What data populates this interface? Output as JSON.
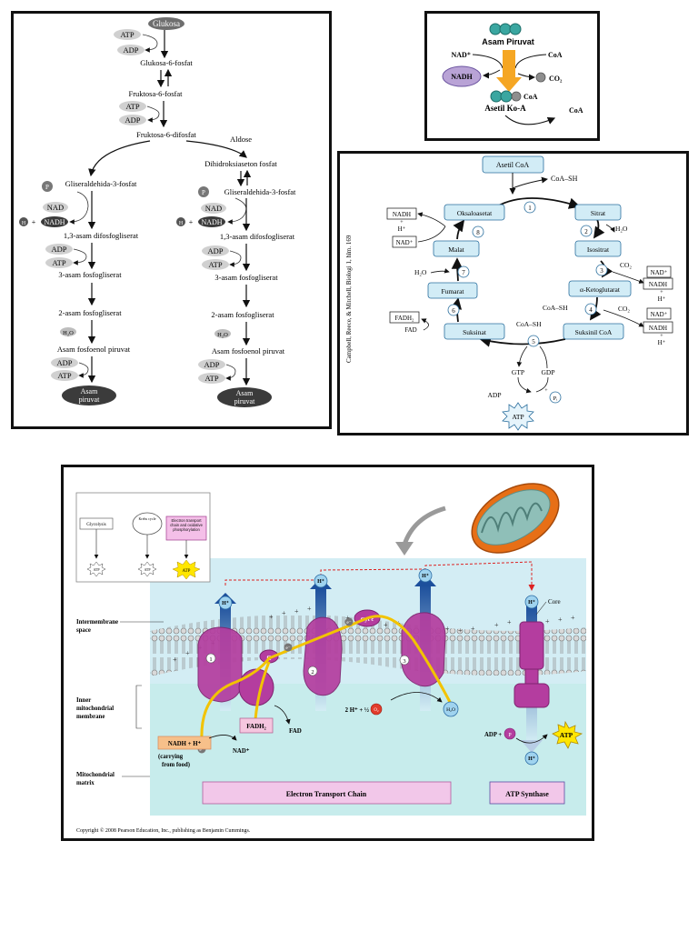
{
  "glycolysis": {
    "glukosa": "Glukosa",
    "atp": "ATP",
    "adp": "ADP",
    "glukosa_6_fosfat": "Glukosa-6-fosfat",
    "fruktosa_6_fosfat": "Fruktosa-6-fosfat",
    "fruktosa_6_difosfat": "Fruktosa-6-difosfat",
    "aldose": "Aldose",
    "dihidroksiaseton_fosfat": "Dihidroksiaseton fosfat",
    "gliseraldehida_3_fosfat": "Gliseraldehida-3-fosfat",
    "p": "P",
    "nad": "NAD",
    "nadh": "NADH",
    "h": "H",
    "plus": "+",
    "asam_13_difosfogliserat": "1,3-asam difosfogliserat",
    "asam_3_fosfogliserat": "3-asam fosfogliserat",
    "asam_2_fosfogliserat": "2-asam fosfogliserat",
    "h2o": "H₂O",
    "asam_fosfoenol_piruvat": "Asam fosfoenol piruvat",
    "asam_piruvat_line1": "Asam",
    "asam_piruvat_line2": "piruvat"
  },
  "pyruvate": {
    "asam_piruvat": "Asam Piruvat",
    "nad_plus": "NAD⁺",
    "coa": "CoA",
    "nadh": "NADH",
    "co2": "CO₂",
    "asetil_koa": "Asetil Ko-A"
  },
  "krebs": {
    "side_credit": "Campbell, Reece, & Mitchell, Biologi 1, hlm. 169",
    "asetil_coa": "Asetil CoA",
    "coa_sh": "CoA–SH",
    "sitrat": "Sitrat",
    "oksaloasetat": "Oksaloasetat",
    "h2o": "H₂O",
    "isositrat": "Isositrat",
    "malat": "Malat",
    "fumarat": "Fumarat",
    "ketoglutarat": "α-Ketoglutarat",
    "suksinat": "Suksinat",
    "suksinil_coa": "Suksinil CoA",
    "nadh": "NADH",
    "nad_plus": "NAD⁺",
    "h_plus": "H⁺",
    "plus": "+",
    "co2": "CO₂",
    "fadh2": "FADH₂",
    "fad": "FAD",
    "gtp": "GTP",
    "gdp": "GDP",
    "adp": "ADP",
    "pi": "Pᵢ",
    "atp": "ATP",
    "step_1": "1",
    "step_2": "2",
    "step_3": "3",
    "step_4": "4",
    "step_5": "5",
    "step_6": "6",
    "step_7": "7",
    "step_8": "8"
  },
  "etc": {
    "inset_glycolysis": "Glycolysis",
    "inset_krebs": "Krebs cycle",
    "inset_etc": "Electron transport chain and oxidative phosphorylation",
    "inset_atp": "ATP",
    "intermembrane_space_1": "Intermembrane",
    "intermembrane_space_2": "space",
    "inner_membrane_1": "Inner",
    "inner_membrane_2": "mitochondrial",
    "inner_membrane_3": "membrane",
    "matrix_1": "Mitochondrial",
    "matrix_2": "matrix",
    "h_plus": "H⁺",
    "core": "Core",
    "cyt_c": "Cyt c",
    "q": "Q",
    "e_minus": "e⁻",
    "complex_1": "1",
    "complex_2": "2",
    "complex_3": "3",
    "nadh_h": "NADH + H⁺",
    "carrying_1": "(carrying",
    "carrying_2": "from food)",
    "nad_plus": "NAD⁺",
    "fadh2": "FADH₂",
    "fad": "FAD",
    "two_h": "2 H⁺ + ½",
    "o2": "O₂",
    "h2o": "H₂O",
    "adp_plus": "ADP +",
    "p": "P",
    "atp": "ATP",
    "etc_label": "Electron Transport Chain",
    "atp_synthase_label": "ATP Synthase",
    "copyright": "Copyright © 2008 Pearson Education, Inc., publishing as Benjamin Cummings."
  },
  "colors": {
    "protein": "#b43d9f",
    "electron_path": "#f2c300",
    "matrix_bg": "#c7ecec",
    "intermembrane_bg": "#d3edf4",
    "krebs_box": "#d2ecf6",
    "nadh_oval": "#b9a3d6"
  }
}
